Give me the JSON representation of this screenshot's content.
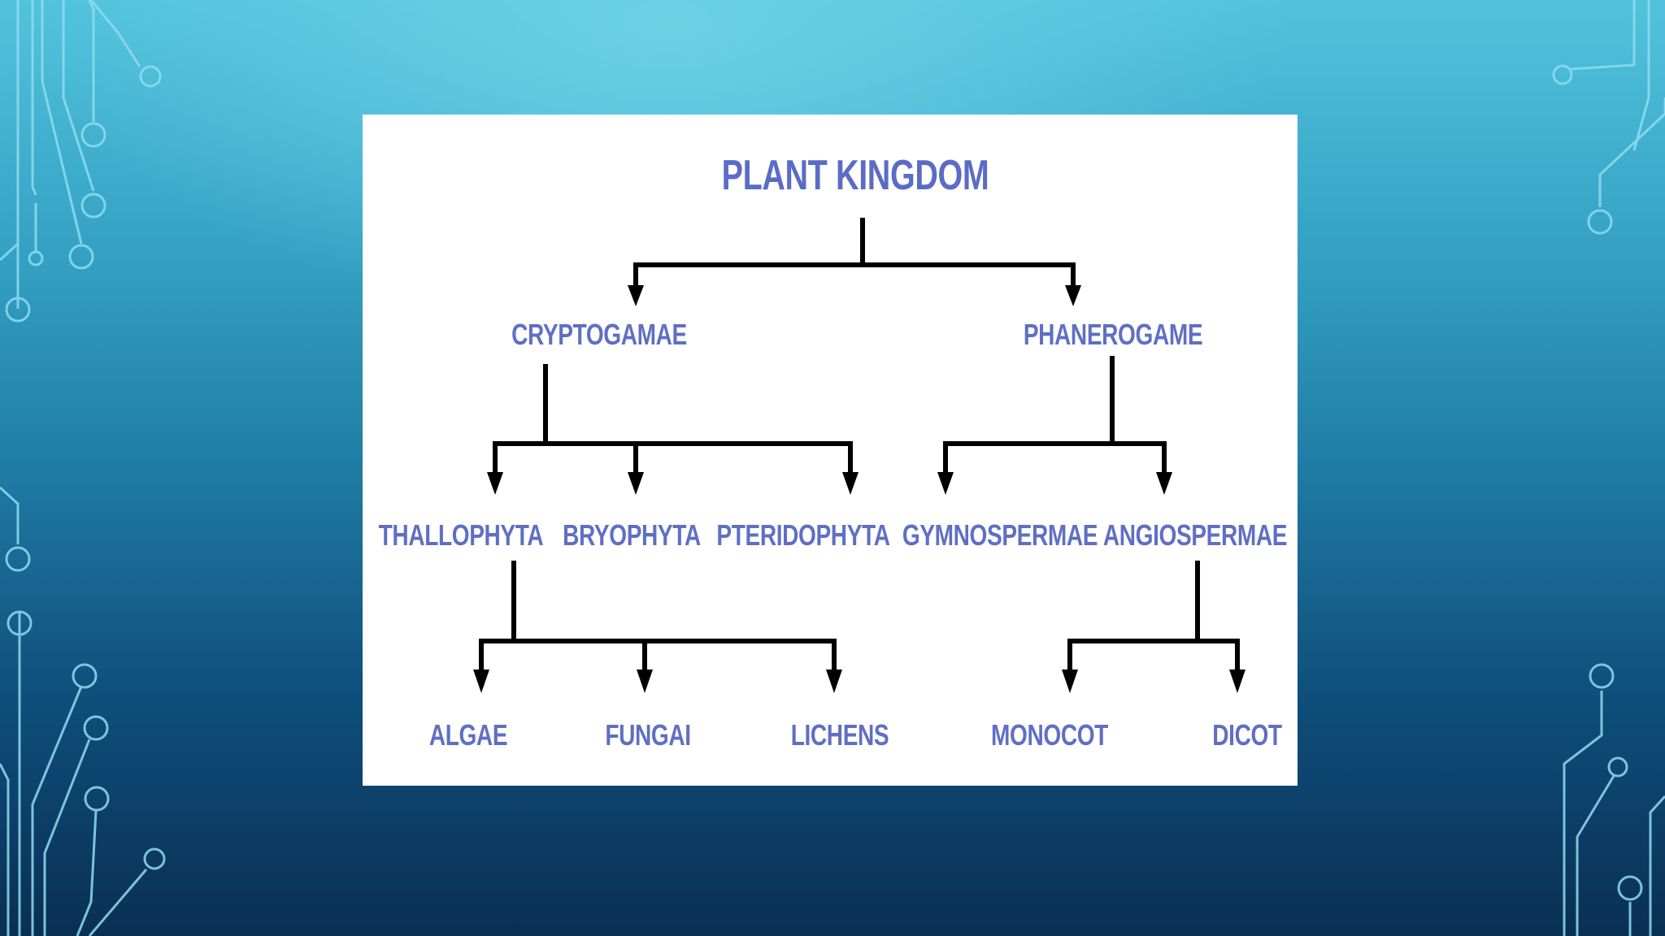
{
  "slide": {
    "background_top": "#52c3dd",
    "background_bottom": "#0a2f55",
    "circuit_color": "#7fd6ee"
  },
  "diagram": {
    "label_color": "#5f6fc4",
    "connector_color": "#000000",
    "root": "PLANT KINGDOM",
    "level1": {
      "left": "CRYPTOGAMAE",
      "right": "PHANEROGAME"
    },
    "level2": {
      "thallophyta": "THALLOPHYTA",
      "bryophyta": "BRYOPHYTA",
      "pteridophyta": "PTERIDOPHYTA",
      "gymnospermae": "GYMNOSPERMAE",
      "angiospermae": "ANGIOSPERMAE"
    },
    "level3": {
      "algae": "ALGAE",
      "fungai": "FUNGAI",
      "lichens": "LICHENS",
      "monocot": "MONOCOT",
      "dicot": "DICOT"
    }
  }
}
